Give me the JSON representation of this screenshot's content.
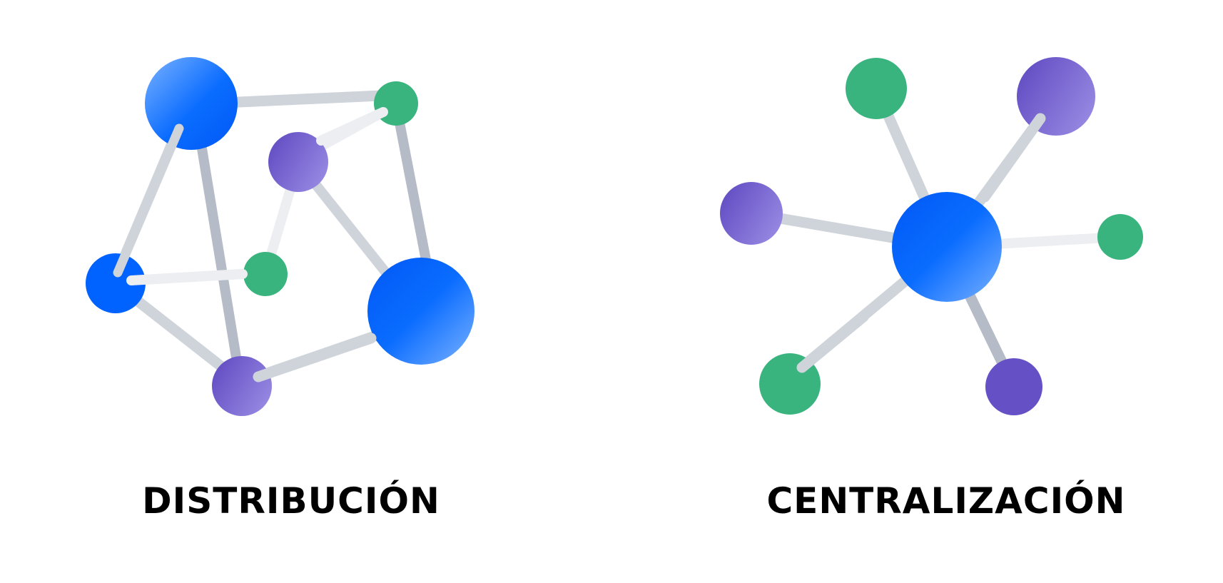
{
  "labels": {
    "distribution": "DISTRIBUCIÓN",
    "centralization": "CENTRALIZACIÓN"
  },
  "colors": {
    "blue": "#0062ff",
    "blue_light": "#6aa6ff",
    "green": "#39b47e",
    "purple": "#6650c6",
    "purple_light": "#8f7fdd",
    "edge_grey": "#cfd4db",
    "edge_dark": "#b5bcc7",
    "edge_light": "#eceef2"
  },
  "node_kinds": [
    "blue-node",
    "green-node",
    "purple-node"
  ]
}
